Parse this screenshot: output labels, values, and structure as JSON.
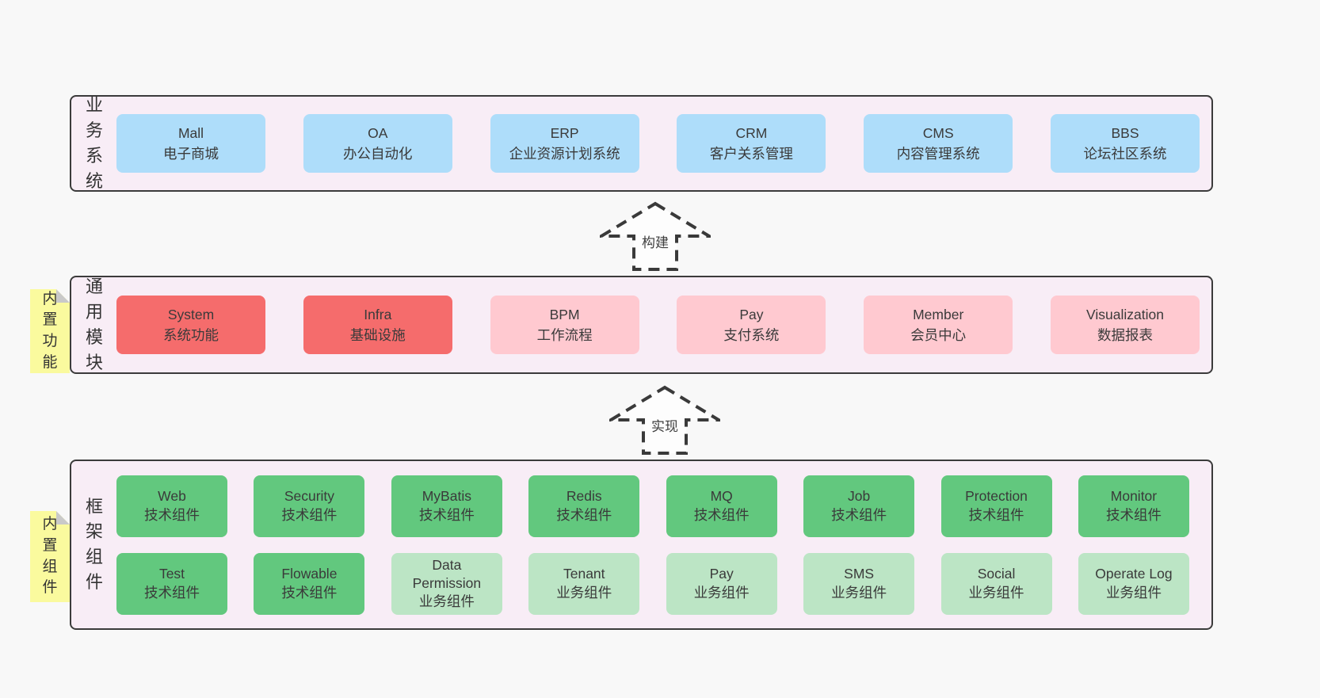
{
  "colors": {
    "page_background": "#f8f8f8",
    "band_background": "#f8edf6",
    "band_border": "#3b3b3b",
    "blue_box": "#aeddfa",
    "red_box": "#f56c6c",
    "pink_box": "#ffc9d0",
    "green_box": "#62c87e",
    "light_green_box": "#bce5c5",
    "sticky_note": "#fafa9e",
    "sticky_note_fold": "#c9c9c9",
    "text": "#3a3a3a"
  },
  "bands": [
    {
      "label": "业务系统",
      "boxes": [
        {
          "title": "Mall",
          "subtitle": "电子商城"
        },
        {
          "title": "OA",
          "subtitle": "办公自动化"
        },
        {
          "title": "ERP",
          "subtitle": "企业资源计划系统"
        },
        {
          "title": "CRM",
          "subtitle": "客户关系管理"
        },
        {
          "title": "CMS",
          "subtitle": "内容管理系统"
        },
        {
          "title": "BBS",
          "subtitle": "论坛社区系统"
        }
      ]
    },
    {
      "label": "通用模块",
      "note": "内置功能",
      "boxes": [
        {
          "title": "System",
          "subtitle": "系统功能"
        },
        {
          "title": "Infra",
          "subtitle": "基础设施"
        },
        {
          "title": "BPM",
          "subtitle": "工作流程"
        },
        {
          "title": "Pay",
          "subtitle": "支付系统"
        },
        {
          "title": "Member",
          "subtitle": "会员中心"
        },
        {
          "title": "Visualization",
          "subtitle": "数据报表"
        }
      ]
    },
    {
      "label": "框架组件",
      "note": "内置组件",
      "rows": [
        [
          {
            "title": "Web",
            "subtitle": "技术组件"
          },
          {
            "title": "Security",
            "subtitle": "技术组件"
          },
          {
            "title": "MyBatis",
            "subtitle": "技术组件"
          },
          {
            "title": "Redis",
            "subtitle": "技术组件"
          },
          {
            "title": "MQ",
            "subtitle": "技术组件"
          },
          {
            "title": "Job",
            "subtitle": "技术组件"
          },
          {
            "title": "Protection",
            "subtitle": "技术组件"
          },
          {
            "title": "Monitor",
            "subtitle": "技术组件"
          }
        ],
        [
          {
            "title": "Test",
            "subtitle": "技术组件"
          },
          {
            "title": "Flowable",
            "subtitle": "技术组件"
          },
          {
            "title": "Data Permission",
            "subtitle": "业务组件"
          },
          {
            "title": "Tenant",
            "subtitle": "业务组件"
          },
          {
            "title": "Pay",
            "subtitle": "业务组件"
          },
          {
            "title": "SMS",
            "subtitle": "业务组件"
          },
          {
            "title": "Social",
            "subtitle": "业务组件"
          },
          {
            "title": "Operate Log",
            "subtitle": "业务组件"
          }
        ]
      ]
    }
  ],
  "arrows": [
    {
      "label": "构建"
    },
    {
      "label": "实现"
    }
  ]
}
